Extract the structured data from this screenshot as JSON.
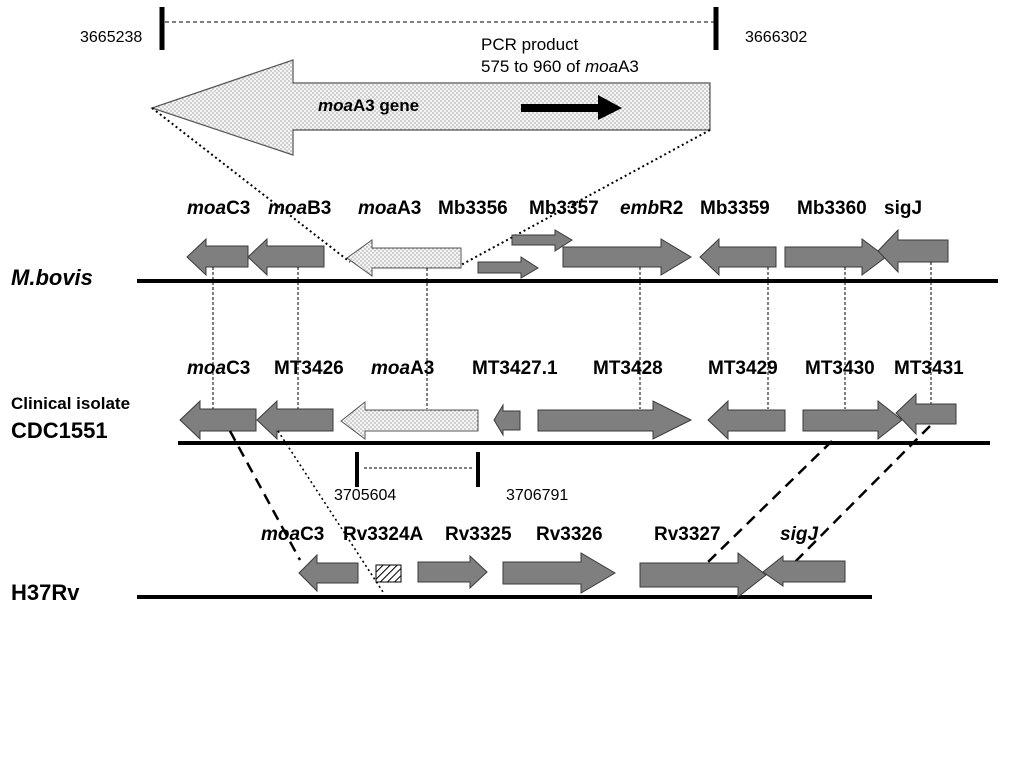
{
  "coords": {
    "top_left": "3665238",
    "top_right": "3666302",
    "mid_left": "3705604",
    "mid_right": "3706791"
  },
  "pcr": {
    "line1": "PCR product",
    "line2_prefix": "575 to 960 of ",
    "line2_italic": "moa",
    "line2_suffix": "A3"
  },
  "big_gene": {
    "italic": "moa",
    "rest": "A3 gene"
  },
  "strains": {
    "mbovis": "M.bovis",
    "clinical_line1": "Clinical isolate",
    "clinical_line2": "CDC1551",
    "h37rv": "H37Rv"
  },
  "labels": {
    "mbovis": [
      {
        "i": "moa",
        "r": "C3"
      },
      {
        "i": "moa",
        "r": "B3"
      },
      {
        "i": "moa",
        "r": "A3"
      },
      {
        "i": "",
        "r": "Mb3356"
      },
      {
        "i": "",
        "r": "Mb3357"
      },
      {
        "i": "emb",
        "r": "R2"
      },
      {
        "i": "",
        "r": "Mb3359"
      },
      {
        "i": "",
        "r": "Mb3360"
      },
      {
        "i": "",
        "r": "sigJ"
      }
    ],
    "cdc": [
      {
        "i": "moa",
        "r": "C3"
      },
      {
        "i": "",
        "r": "MT3426"
      },
      {
        "i": "moa",
        "r": "A3"
      },
      {
        "i": "",
        "r": "MT3427.1"
      },
      {
        "i": "",
        "r": "MT3428"
      },
      {
        "i": "",
        "r": "MT3429"
      },
      {
        "i": "",
        "r": "MT3430"
      },
      {
        "i": "",
        "r": "MT3431"
      }
    ],
    "h37": [
      {
        "i": "moa",
        "r": "C3"
      },
      {
        "i": "",
        "r": "Rv3324A"
      },
      {
        "i": "",
        "r": "Rv3325"
      },
      {
        "i": "",
        "r": "Rv3326"
      },
      {
        "i": "",
        "r": "Rv3327"
      },
      {
        "i": "sigJ",
        "r": ""
      }
    ]
  },
  "colors": {
    "gene_fill": "#7f7f7f",
    "gene_stroke": "#3a3a3a",
    "moaA3_fill": "#f2f2f2",
    "line": "#000000"
  }
}
